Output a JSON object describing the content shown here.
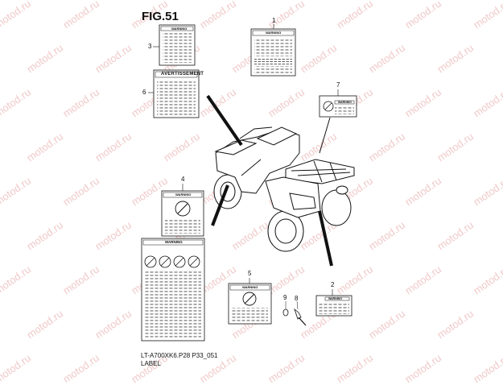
{
  "figure": {
    "title": "FIG.51"
  },
  "callouts": [
    "1",
    "2",
    "3",
    "4",
    "5",
    "6",
    "7",
    "8",
    "9"
  ],
  "labels": {
    "warning": "WARNING",
    "avertissement": "AVERTISSEMENT"
  },
  "footer": {
    "code": "LT-A700XK6.P28 P33_051",
    "caption": "LABEL"
  },
  "watermark": "motod.ru",
  "colors": {
    "ink": "#111111",
    "watermark": "#f1c9c9"
  }
}
